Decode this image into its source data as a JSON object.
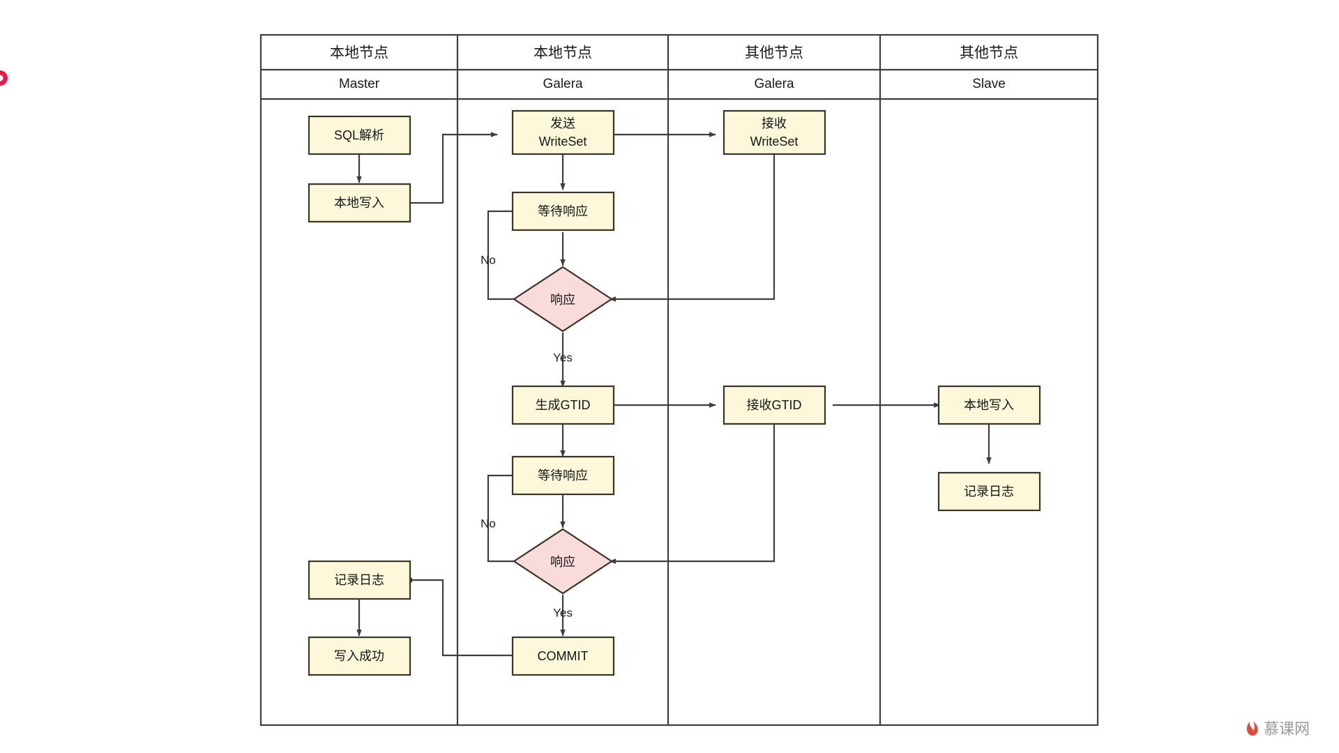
{
  "diagram": {
    "type": "swimlane-flowchart",
    "background": "#ffffff",
    "colors": {
      "process_fill": "#fcf8d9",
      "decision_fill": "#fadbdb",
      "stroke": "#3d3d3d",
      "node_stroke": "#3a3426",
      "text": "#141414",
      "watermark": "#9a9a9a",
      "accent_dot": "#e8174a"
    },
    "lanes": [
      {
        "id": "lane-master",
        "title": "本地节点",
        "subtitle": "Master"
      },
      {
        "id": "lane-galera1",
        "title": "本地节点",
        "subtitle": "Galera"
      },
      {
        "id": "lane-galera2",
        "title": "其他节点",
        "subtitle": "Galera"
      },
      {
        "id": "lane-slave",
        "title": "其他节点",
        "subtitle": "Slave"
      }
    ],
    "nodes": [
      {
        "id": "n-sql-parse",
        "lane": "lane-master",
        "shape": "process",
        "label": "SQL解析"
      },
      {
        "id": "n-local-write-m",
        "lane": "lane-master",
        "shape": "process",
        "label": "本地写入"
      },
      {
        "id": "n-log-m",
        "lane": "lane-master",
        "shape": "process",
        "label": "记录日志"
      },
      {
        "id": "n-write-success",
        "lane": "lane-master",
        "shape": "process",
        "label": "写入成功"
      },
      {
        "id": "n-send-writeset",
        "lane": "lane-galera1",
        "shape": "process",
        "label": "发送\nWriteSet",
        "line1": "发送",
        "line2": "WriteSet"
      },
      {
        "id": "n-wait-resp-1",
        "lane": "lane-galera1",
        "shape": "process",
        "label": "等待响应"
      },
      {
        "id": "n-decision-1",
        "lane": "lane-galera1",
        "shape": "decision",
        "label": "响应"
      },
      {
        "id": "n-gen-gtid",
        "lane": "lane-galera1",
        "shape": "process",
        "label": "生成GTID"
      },
      {
        "id": "n-wait-resp-2",
        "lane": "lane-galera1",
        "shape": "process",
        "label": "等待响应"
      },
      {
        "id": "n-decision-2",
        "lane": "lane-galera1",
        "shape": "decision",
        "label": "响应"
      },
      {
        "id": "n-commit",
        "lane": "lane-galera1",
        "shape": "process",
        "label": "COMMIT"
      },
      {
        "id": "n-recv-writeset",
        "lane": "lane-galera2",
        "shape": "process",
        "label": "接收\nWriteSet",
        "line1": "接收",
        "line2": "WriteSet"
      },
      {
        "id": "n-recv-gtid",
        "lane": "lane-galera2",
        "shape": "process",
        "label": "接收GTID"
      },
      {
        "id": "n-local-write-s",
        "lane": "lane-slave",
        "shape": "process",
        "label": "本地写入"
      },
      {
        "id": "n-log-s",
        "lane": "lane-slave",
        "shape": "process",
        "label": "记录日志"
      }
    ],
    "edge_labels": {
      "no_1": "No",
      "yes_1": "Yes",
      "no_2": "No",
      "yes_2": "Yes"
    },
    "watermark": {
      "text": "慕课网"
    }
  }
}
